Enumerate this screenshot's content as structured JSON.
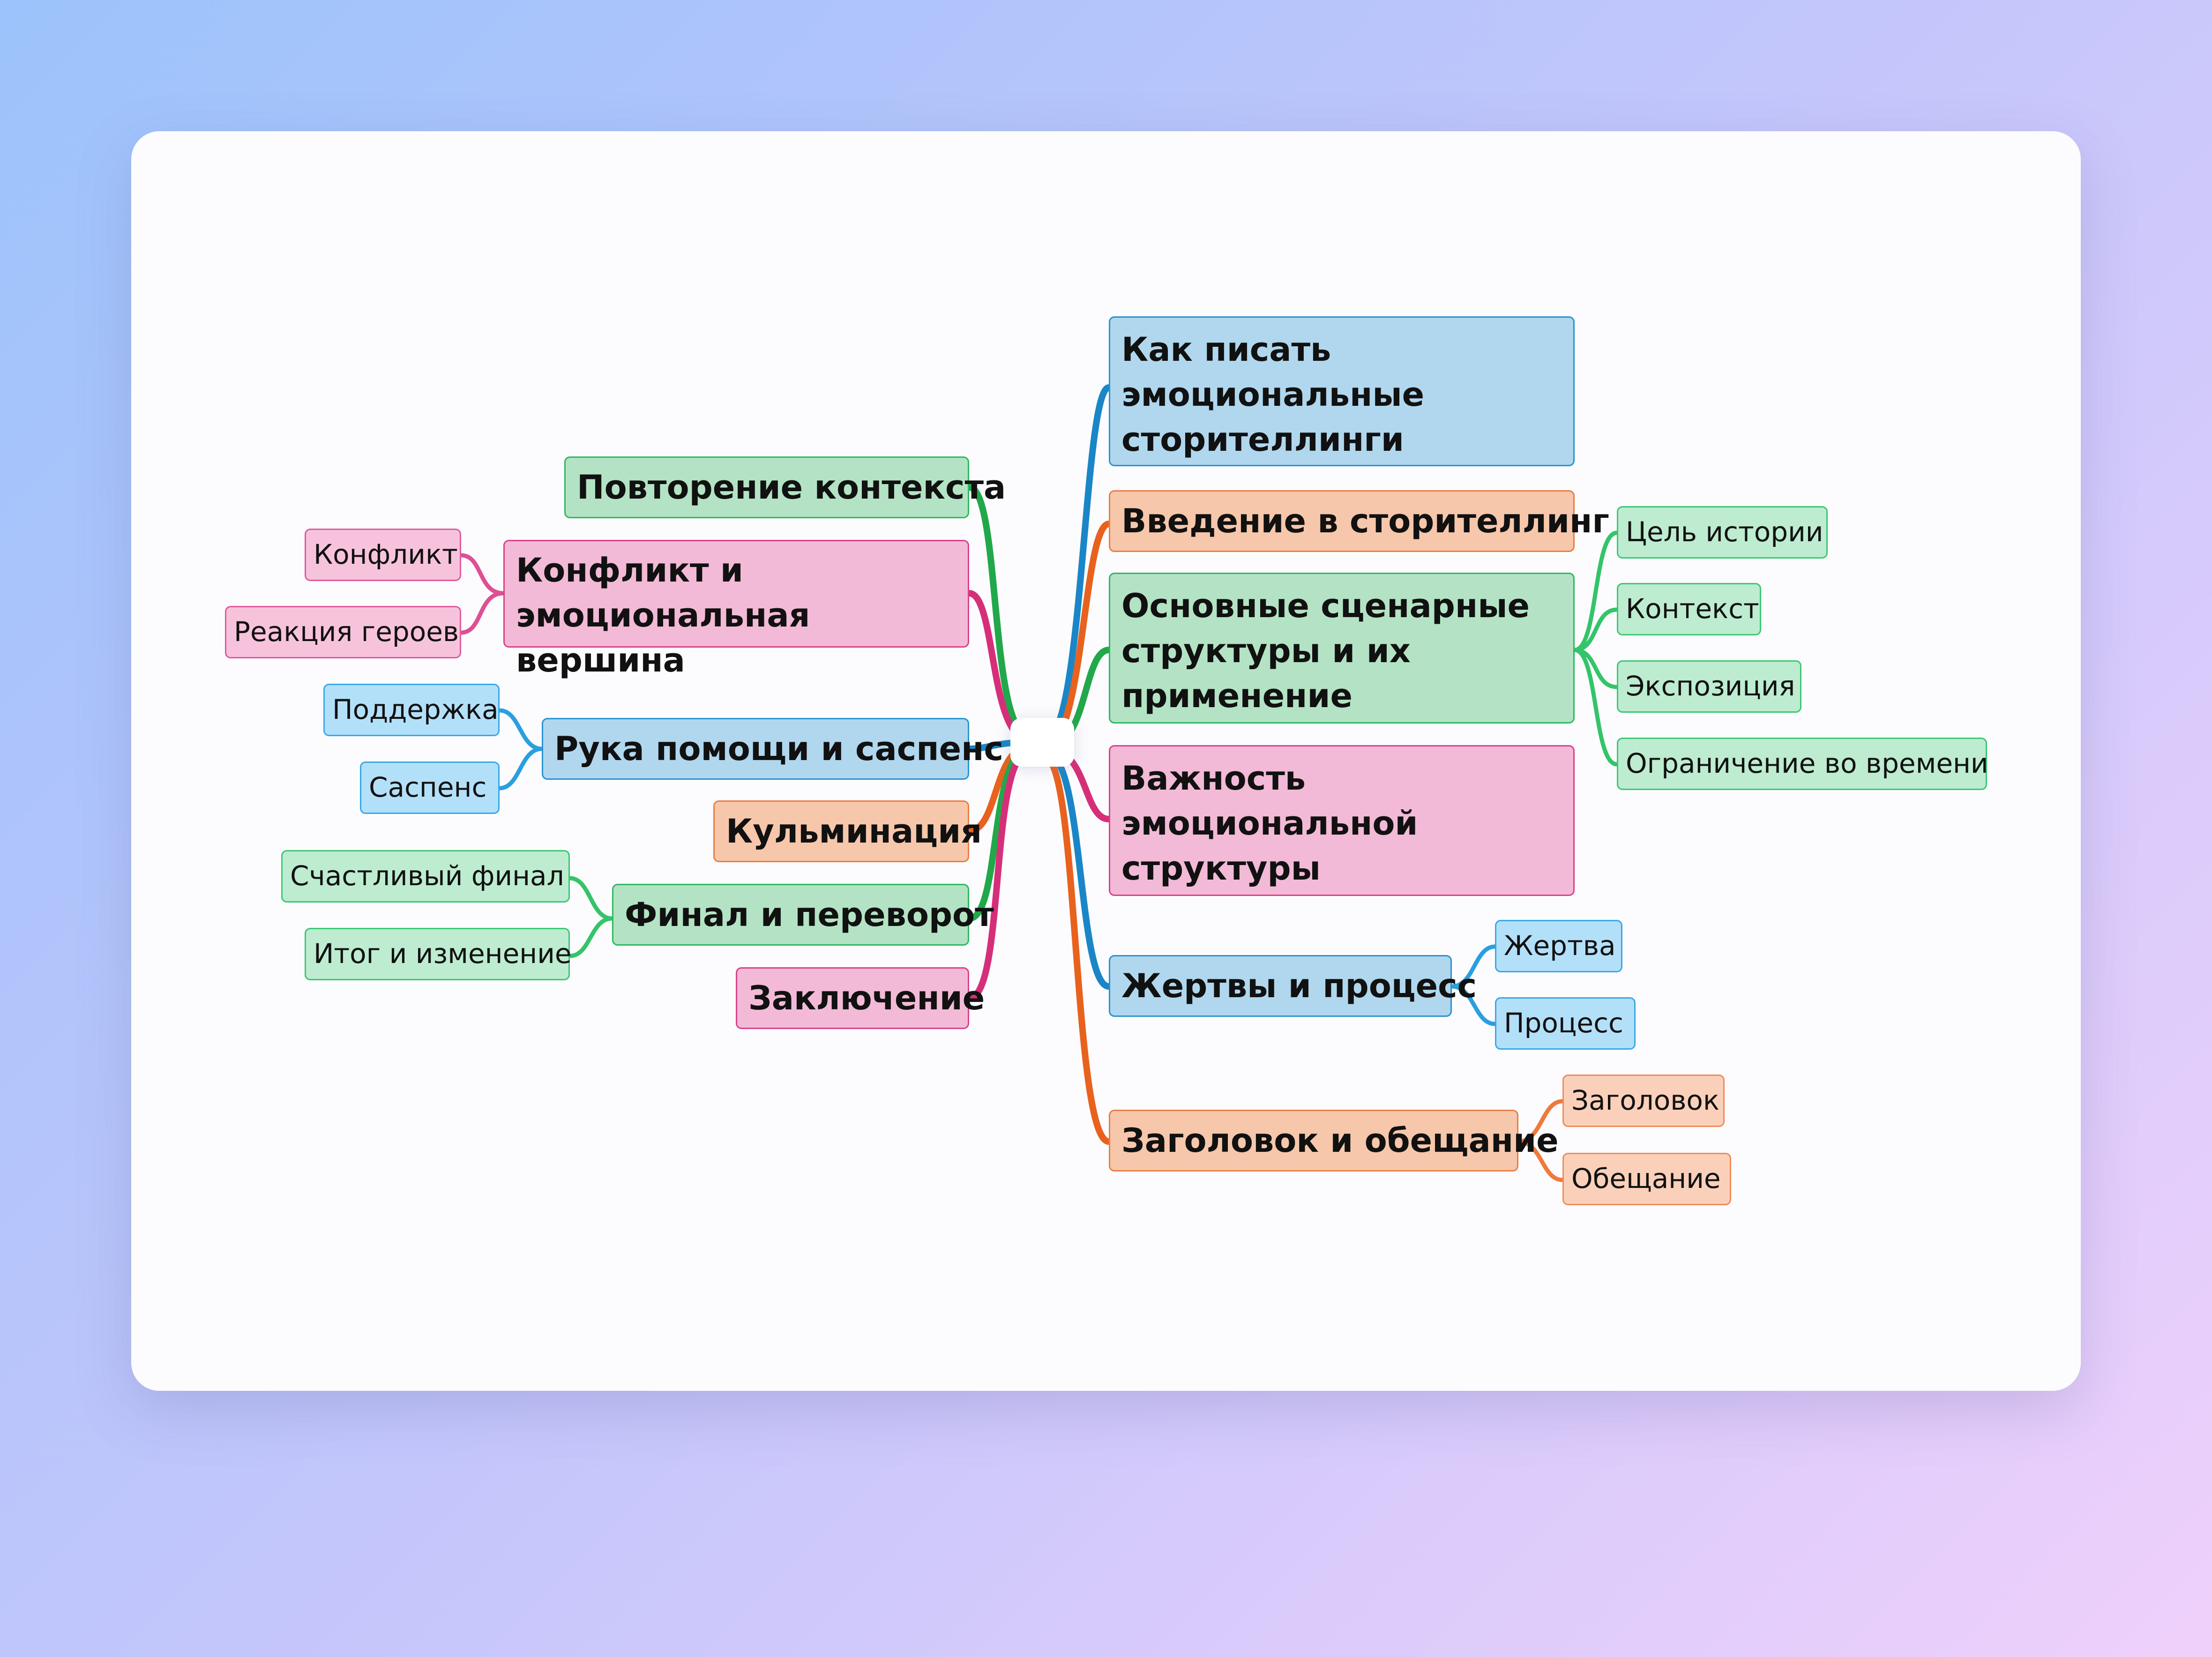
{
  "mindmap": {
    "root": {
      "label": ""
    },
    "right": [
      {
        "label": "Как писать\nэмоциональные\nсторителлинги",
        "color": "blue",
        "children": []
      },
      {
        "label": "Введение в сторителлинг",
        "color": "orange",
        "children": []
      },
      {
        "label": "Основные сценарные\nструктуры и их\nприменение",
        "color": "green",
        "children": [
          "Цель истории",
          "Контекст",
          "Экспозиция",
          "Ограничение во времени"
        ]
      },
      {
        "label": "Важность\nэмоциональной\nструктуры",
        "color": "pink",
        "children": []
      },
      {
        "label": "Жертвы и процесс",
        "color": "blue",
        "children": [
          "Жертва",
          "Процесс"
        ]
      },
      {
        "label": "Заголовок и обещание",
        "color": "orange",
        "children": [
          "Заголовок",
          "Обещание"
        ]
      }
    ],
    "left": [
      {
        "label": "Повторение контекста",
        "color": "green",
        "children": []
      },
      {
        "label": "Конфликт и\nэмоциональная вершина",
        "color": "pink",
        "children": [
          "Конфликт",
          "Реакция героев"
        ]
      },
      {
        "label": "Рука помощи и саспенс",
        "color": "blue",
        "children": [
          "Поддержка",
          "Саспенс"
        ]
      },
      {
        "label": "Кульминация",
        "color": "orange",
        "children": []
      },
      {
        "label": "Финал и переворот",
        "color": "green",
        "children": [
          "Счастливый финал",
          "Итог и изменение"
        ]
      },
      {
        "label": "Заключение",
        "color": "pink",
        "children": []
      }
    ]
  },
  "colors": {
    "blue": "#1a86c7",
    "orange": "#e8621e",
    "green": "#21a84a",
    "pink": "#d62f79",
    "leaf_blue": "#2a9fe0",
    "leaf_orange": "#ee7a3c",
    "leaf_green": "#34c46a",
    "leaf_pink": "#de4f94"
  }
}
